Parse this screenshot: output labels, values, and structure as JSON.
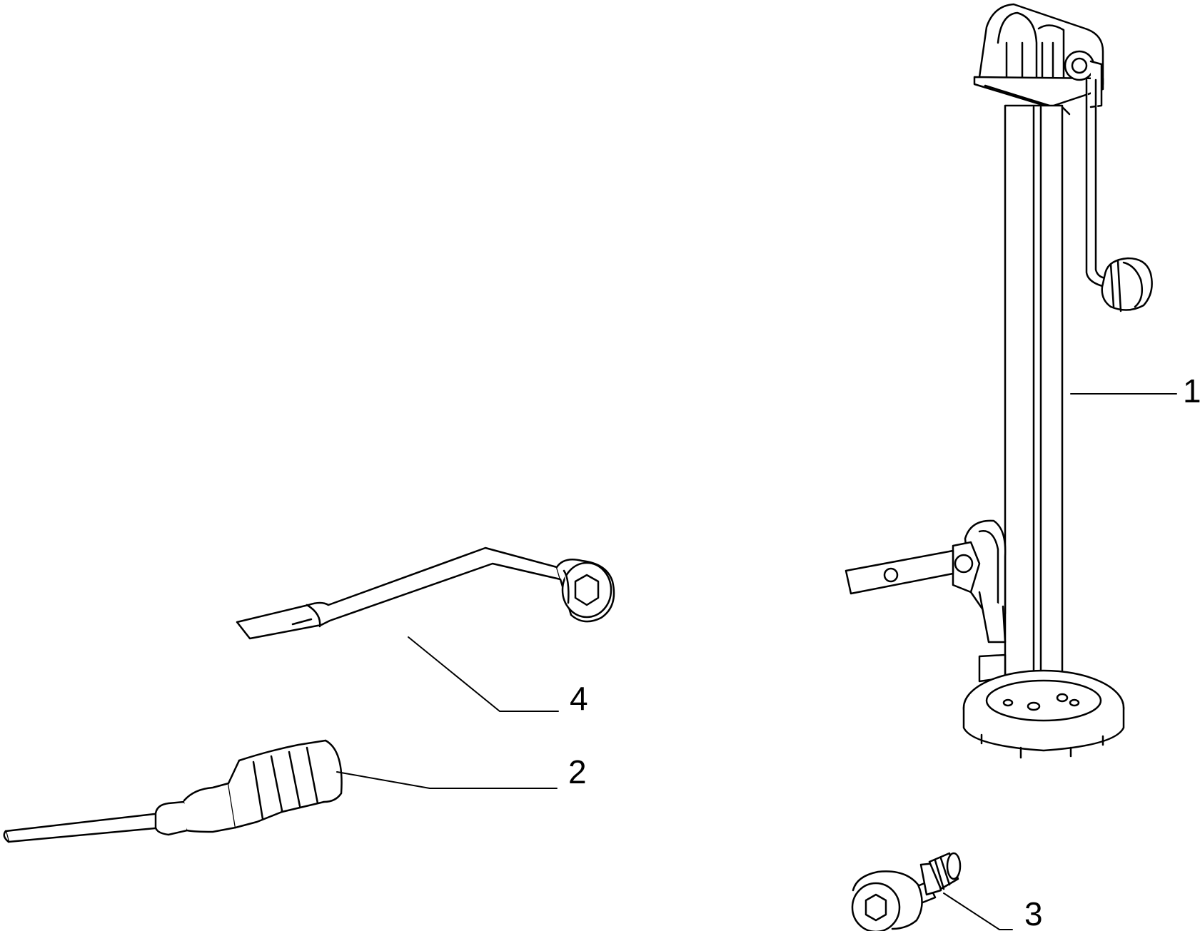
{
  "callouts": [
    {
      "id": "1",
      "label": "1",
      "part": "jack"
    },
    {
      "id": "2",
      "label": "2",
      "part": "screwdriver"
    },
    {
      "id": "3",
      "label": "3",
      "part": "socket-adapter"
    },
    {
      "id": "4",
      "label": "4",
      "part": "wheel-wrench"
    }
  ],
  "colors": {
    "line": "#000000",
    "background": "#ffffff"
  }
}
